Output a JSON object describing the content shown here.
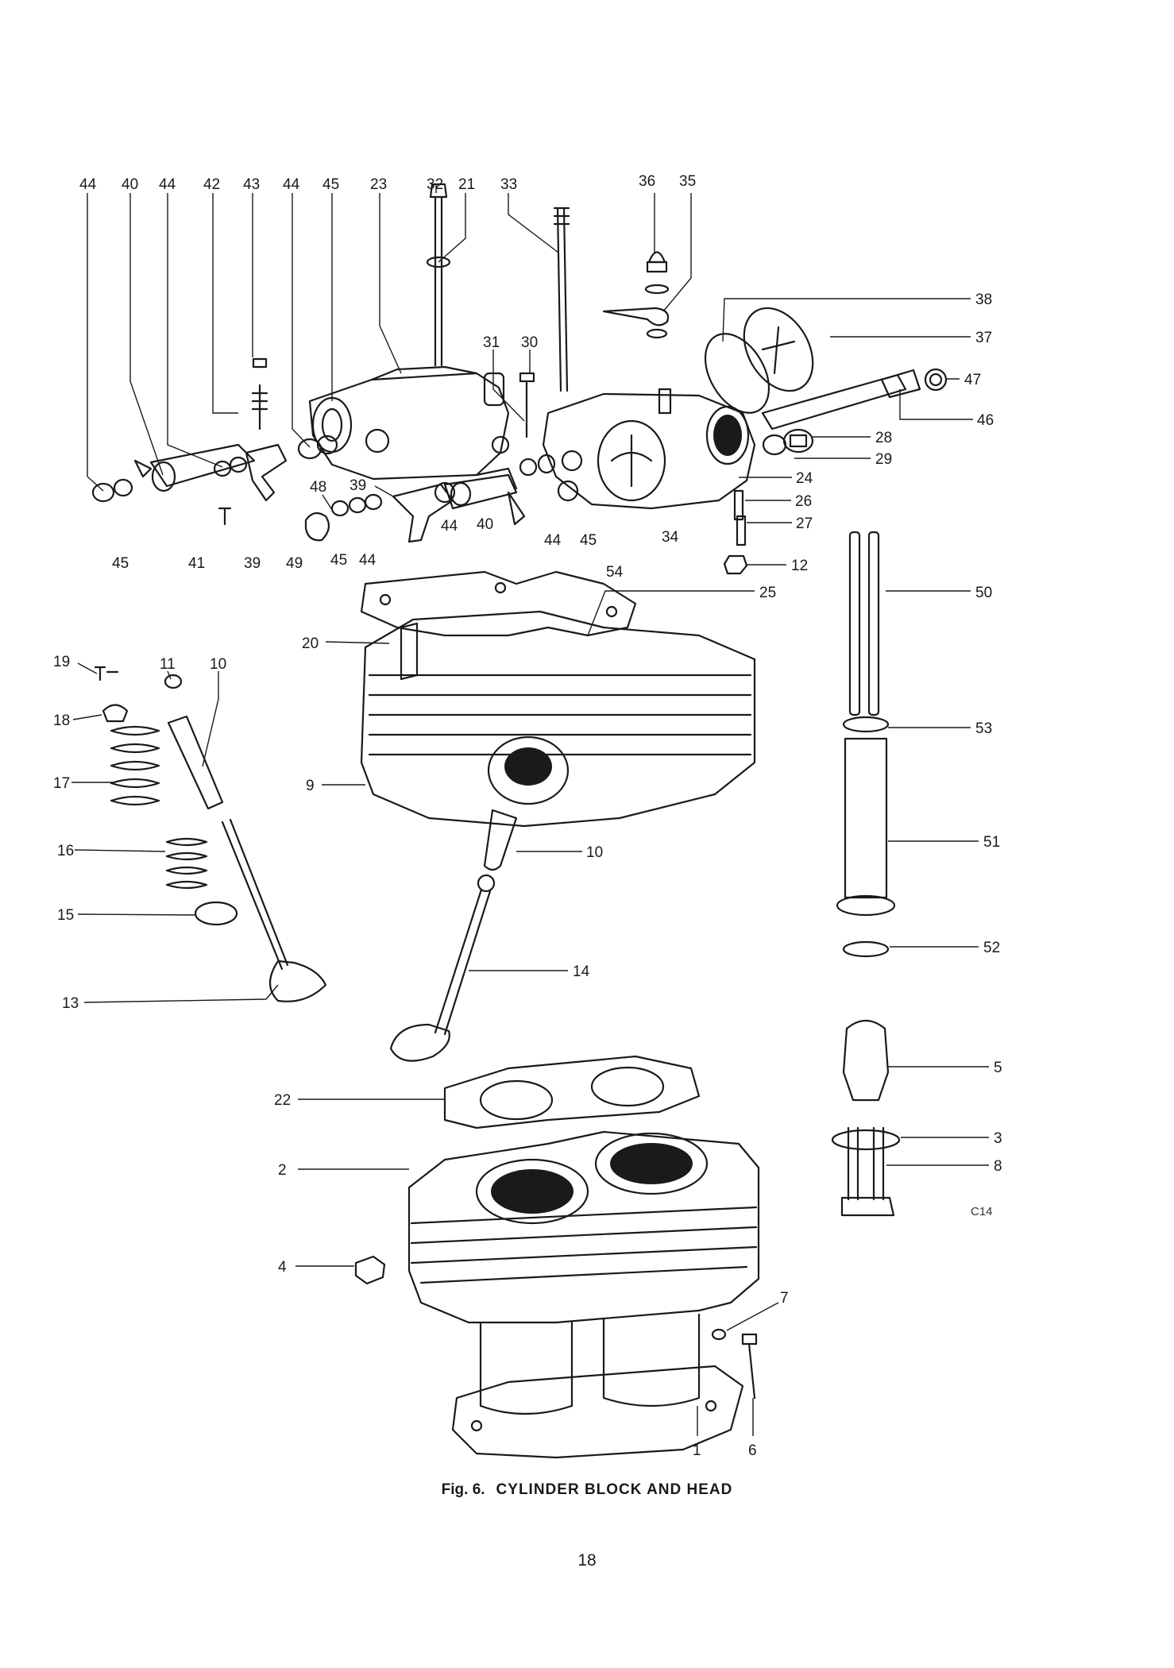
{
  "figure": {
    "prefix": "Fig. 6.",
    "title": "CYLINDER BLOCK AND HEAD",
    "reference": "C14",
    "page_number": "18"
  },
  "callouts": [
    {
      "id": "c44a",
      "text": "44"
    },
    {
      "id": "c40a",
      "text": "40"
    },
    {
      "id": "c44b",
      "text": "44"
    },
    {
      "id": "c42",
      "text": "42"
    },
    {
      "id": "c43",
      "text": "43"
    },
    {
      "id": "c44c",
      "text": "44"
    },
    {
      "id": "c45a",
      "text": "45"
    },
    {
      "id": "c23",
      "text": "23"
    },
    {
      "id": "c32",
      "text": "32"
    },
    {
      "id": "c21",
      "text": "21"
    },
    {
      "id": "c33",
      "text": "33"
    },
    {
      "id": "c36",
      "text": "36"
    },
    {
      "id": "c35",
      "text": "35"
    },
    {
      "id": "c38",
      "text": "38"
    },
    {
      "id": "c37",
      "text": "37"
    },
    {
      "id": "c47",
      "text": "47"
    },
    {
      "id": "c46",
      "text": "46"
    },
    {
      "id": "c31",
      "text": "31"
    },
    {
      "id": "c30",
      "text": "30"
    },
    {
      "id": "c28",
      "text": "28"
    },
    {
      "id": "c29",
      "text": "29"
    },
    {
      "id": "c24",
      "text": "24"
    },
    {
      "id": "c26",
      "text": "26"
    },
    {
      "id": "c27",
      "text": "27"
    },
    {
      "id": "c12",
      "text": "12"
    },
    {
      "id": "c48",
      "text": "48"
    },
    {
      "id": "c39a",
      "text": "39"
    },
    {
      "id": "c45b",
      "text": "45"
    },
    {
      "id": "c41",
      "text": "41"
    },
    {
      "id": "c39b",
      "text": "39"
    },
    {
      "id": "c49",
      "text": "49"
    },
    {
      "id": "c45c",
      "text": "45"
    },
    {
      "id": "c44d",
      "text": "44"
    },
    {
      "id": "c44e",
      "text": "44"
    },
    {
      "id": "c40b",
      "text": "40"
    },
    {
      "id": "c44f",
      "text": "44"
    },
    {
      "id": "c45d",
      "text": "45"
    },
    {
      "id": "c34",
      "text": "34"
    },
    {
      "id": "c54",
      "text": "54"
    },
    {
      "id": "c25",
      "text": "25"
    },
    {
      "id": "c50",
      "text": "50"
    },
    {
      "id": "c20",
      "text": "20"
    },
    {
      "id": "c19",
      "text": "19"
    },
    {
      "id": "c11",
      "text": "11"
    },
    {
      "id": "c10a",
      "text": "10"
    },
    {
      "id": "c18",
      "text": "18"
    },
    {
      "id": "c17",
      "text": "17"
    },
    {
      "id": "c9",
      "text": "9"
    },
    {
      "id": "c53",
      "text": "53"
    },
    {
      "id": "c16",
      "text": "16"
    },
    {
      "id": "c10b",
      "text": "10"
    },
    {
      "id": "c51",
      "text": "51"
    },
    {
      "id": "c15",
      "text": "15"
    },
    {
      "id": "c52",
      "text": "52"
    },
    {
      "id": "c14",
      "text": "14"
    },
    {
      "id": "c13",
      "text": "13"
    },
    {
      "id": "c5",
      "text": "5"
    },
    {
      "id": "c22",
      "text": "22"
    },
    {
      "id": "c3",
      "text": "3"
    },
    {
      "id": "c8",
      "text": "8"
    },
    {
      "id": "c2",
      "text": "2"
    },
    {
      "id": "c4",
      "text": "4"
    },
    {
      "id": "c7",
      "text": "7"
    },
    {
      "id": "c1",
      "text": "1"
    },
    {
      "id": "c6",
      "text": "6"
    }
  ]
}
